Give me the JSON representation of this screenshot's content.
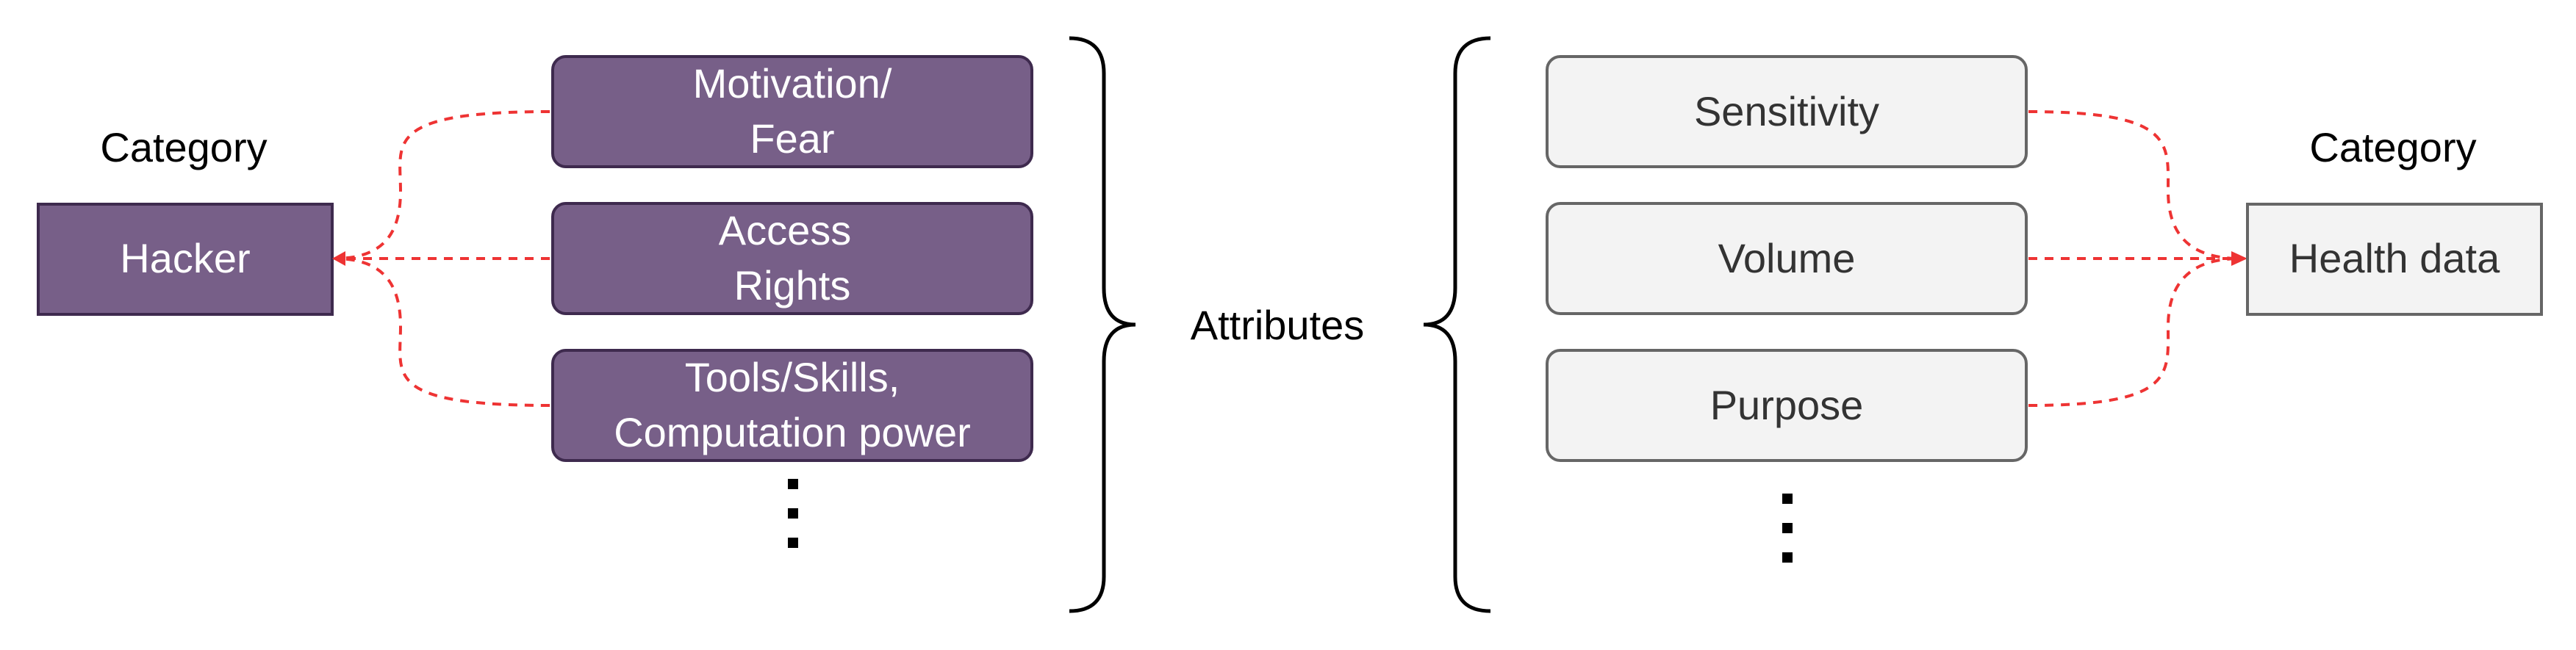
{
  "left": {
    "category_label": "Category",
    "entity": "Hacker",
    "attributes": [
      [
        "Motivation/",
        "Fear"
      ],
      [
        "Access",
        "Rights"
      ],
      [
        "Tools/Skills,",
        "Computation power"
      ]
    ]
  },
  "center": {
    "label": "Attributes"
  },
  "right": {
    "category_label": "Category",
    "entity": "Health data",
    "attributes": [
      [
        "Sensitivity"
      ],
      [
        "Volume"
      ],
      [
        "Purpose"
      ]
    ]
  },
  "colors": {
    "purple_fill": "#775f88",
    "purple_border": "#3e2a4e",
    "gray_fill": "#f3f3f3",
    "gray_border": "#666666",
    "connector": "#ee3333"
  }
}
